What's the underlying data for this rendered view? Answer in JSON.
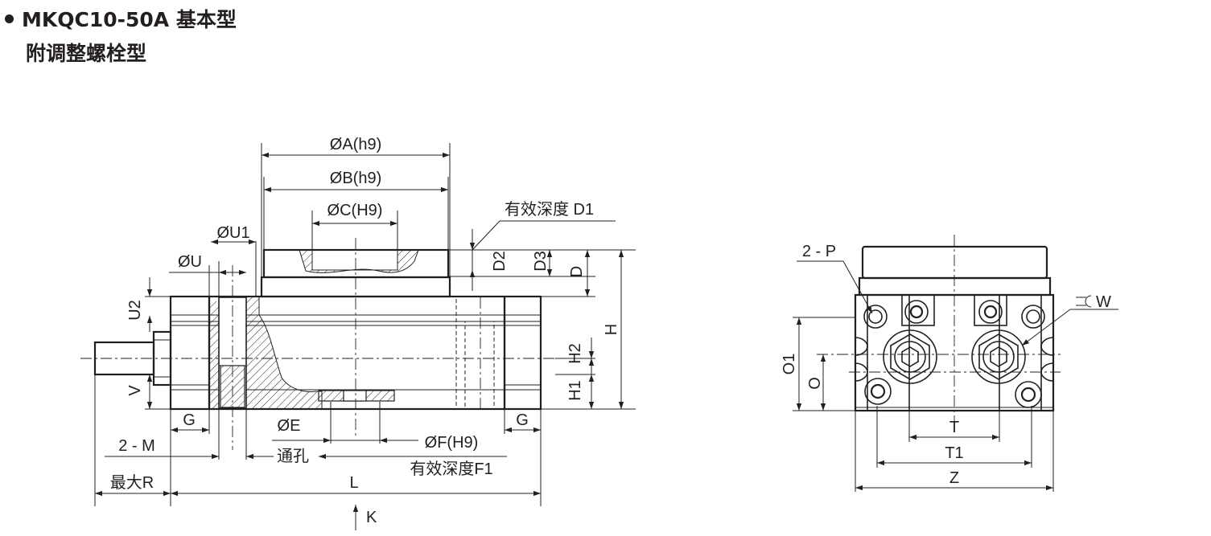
{
  "header": {
    "title_line1": "MKQC10-50A 基本型",
    "title_line2": "附调整螺栓型"
  },
  "front_view": {
    "labels": {
      "dia_a": "ØA(h9)",
      "dia_b": "ØB(h9)",
      "dia_c": "ØC(H9)",
      "eff_depth_d1": "有效深度 D1",
      "dia_u1": "ØU1",
      "dia_u": "ØU",
      "u2": "U2",
      "v": "V",
      "d2": "D2",
      "d3": "D3",
      "d": "D",
      "h": "H",
      "h2": "H2",
      "h1": "H1",
      "g_left": "G",
      "g_right": "G",
      "m2": "2 - M",
      "dia_e": "ØE",
      "through_hole": "通孔",
      "dia_f": "ØF(H9)",
      "eff_depth_f1": "有效深度F1",
      "max_r": "最大R",
      "l": "L",
      "k": "K"
    }
  },
  "side_view": {
    "labels": {
      "p2": "2 - P",
      "w": "W",
      "o1": "O1",
      "o": "O",
      "t": "T",
      "t1": "T1",
      "z": "Z"
    }
  }
}
